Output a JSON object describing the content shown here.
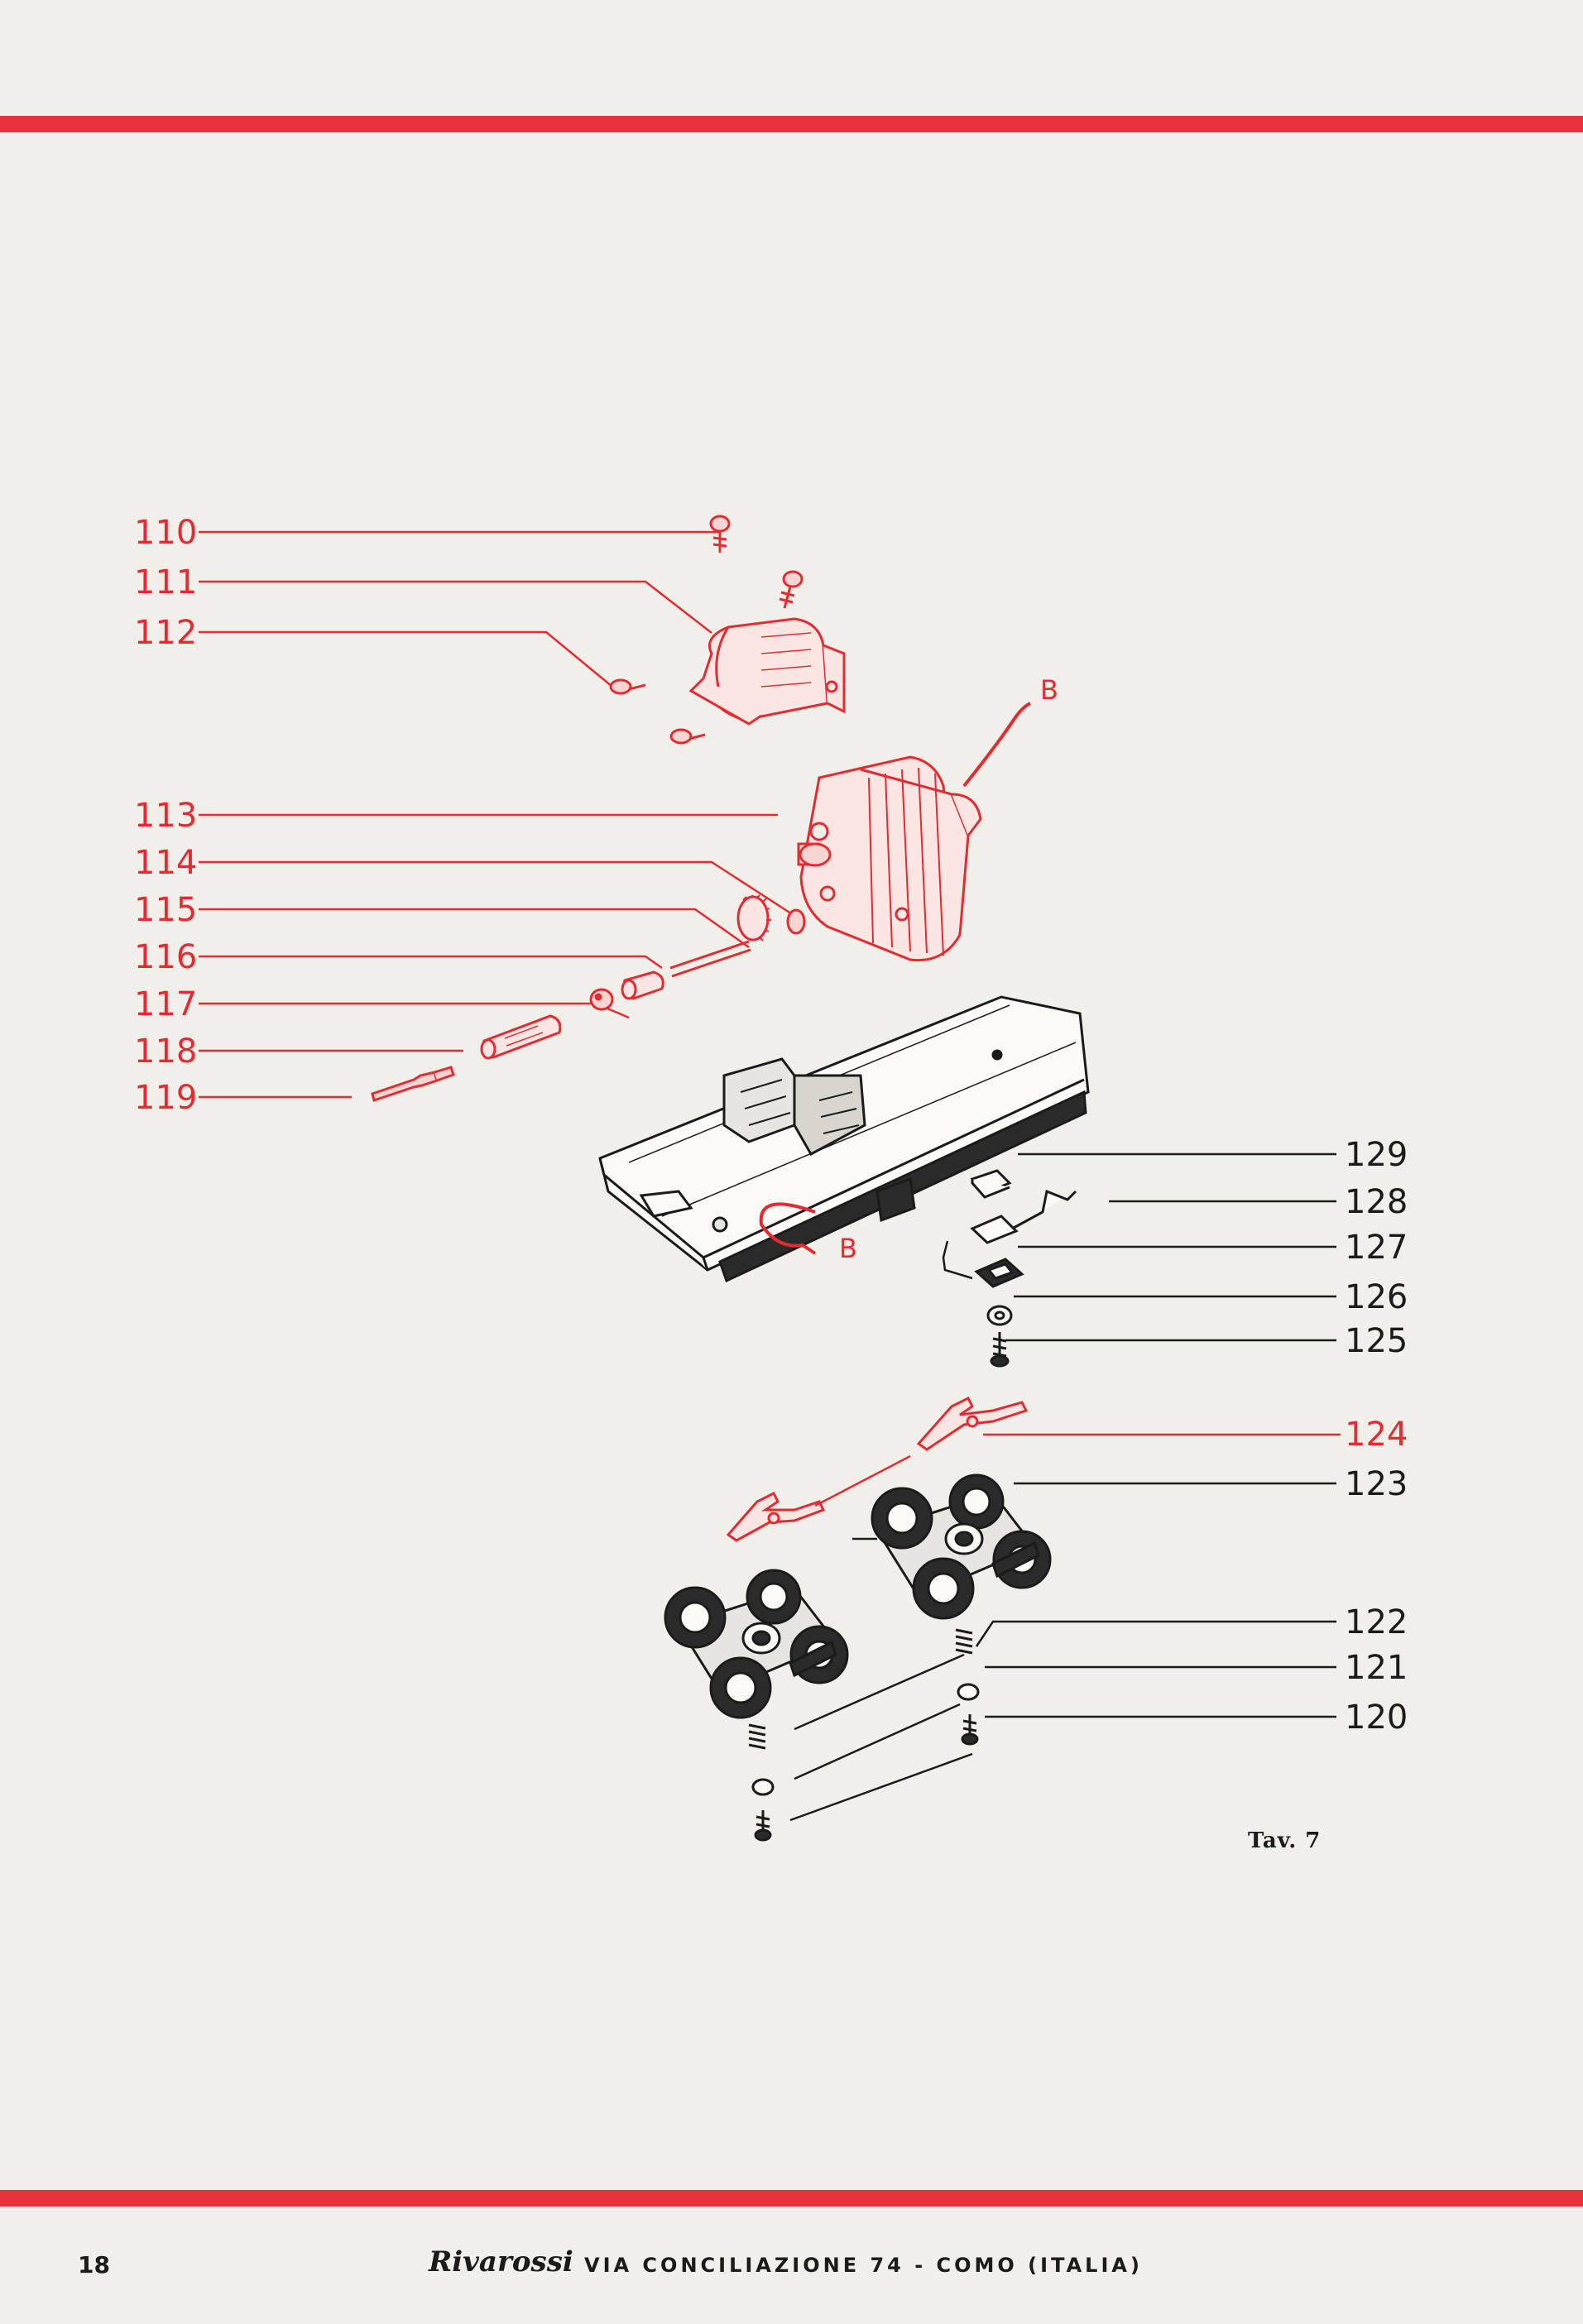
{
  "callouts_red": [
    "110",
    "111",
    "112",
    "113",
    "114",
    "115",
    "116",
    "117",
    "118",
    "119",
    "124"
  ],
  "callouts_black": [
    "129",
    "128",
    "127",
    "126",
    "125",
    "123",
    "122",
    "121",
    "120"
  ],
  "wire_label": "B",
  "plate_label": "Tav. 7",
  "page_number": "18",
  "footer": {
    "brand": "Rivarossi",
    "address": "VIA CONCILIAZIONE 74 - COMO (ITALIA)"
  },
  "colors": {
    "accent_red": "#e52b32",
    "ink": "#1b1b1b",
    "paper": "#f0efea"
  }
}
